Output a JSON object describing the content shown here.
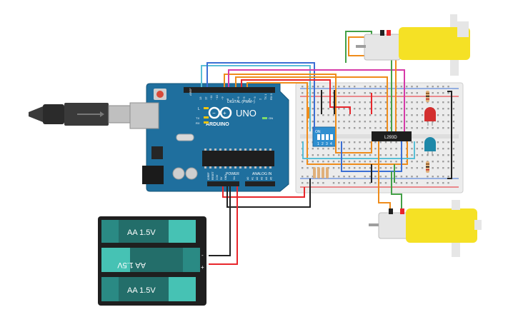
{
  "arduino": {
    "brand": "ARDUINO",
    "model": "UNO",
    "digital_label": "DIGITAL (PWM~)",
    "power_label": "POWER",
    "analog_label": "ANALOG IN",
    "tx_label": "TX",
    "rx_label": "RX",
    "l_label": "L",
    "on_label": "ON",
    "aref_label": "AREF",
    "gnd_label": "GND",
    "ioref_label": "IOREF",
    "reset_label": "RESET",
    "v33_label": "3.3V",
    "v5_label": "5V",
    "vin_label": "Vin",
    "digital_pins": [
      "13",
      "12",
      "~11",
      "~10",
      "~9",
      "8",
      "7",
      "~6",
      "~5",
      "4",
      "~3",
      "2",
      "TX 1",
      "RX 0"
    ],
    "analog_pins": [
      "A0",
      "A1",
      "A2",
      "A3",
      "A4",
      "A5"
    ]
  },
  "battery": {
    "cells": [
      "AA 1.5V",
      "AA 1.5V",
      "AA 1.5V"
    ],
    "minus": "-",
    "plus": "+"
  },
  "breadboard": {
    "dip_switch_label": "ON",
    "dip_numbers": [
      "1",
      "2",
      "3",
      "4"
    ],
    "ic_label": "L293D"
  },
  "colors": {
    "arduino_blue": "#1f6f9e",
    "breadboard": "#ececec",
    "motor_yellow": "#f5e125",
    "battery_teal": "#46c2b4",
    "battery_dark": "#236e6a",
    "wire_red": "#e8262b",
    "wire_black": "#222222",
    "wire_orange": "#ef8c1b",
    "wire_green": "#43a047",
    "wire_magenta": "#d63aa8",
    "wire_blue": "#3b6fd4",
    "wire_cyan": "#59bfd6",
    "led_red": "#d32f2f",
    "led_blue": "#1e88a8"
  }
}
